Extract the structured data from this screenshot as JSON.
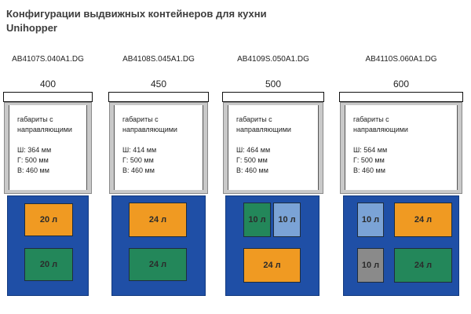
{
  "title": {
    "line1": "Конфигурации выдвижных контейнеров для кухни",
    "line2": "Unihopper"
  },
  "notes": {
    "line1": "габариты с",
    "line2": "направляющими",
    "depth": "Г: 500 мм",
    "height": "В: 460 мм"
  },
  "colors": {
    "orange": "#f09a22",
    "green": "#23875a",
    "light_blue": "#7ba3d6",
    "gray": "#8a8a8a",
    "blue_box": "#1f4fa6"
  },
  "cards": [
    {
      "code": "AB4107S.040A1.DG",
      "size": "400",
      "width": "Ш: 364 мм",
      "bins": [
        {
          "label": "20 л",
          "color": "orange"
        },
        {
          "label": "20 л",
          "color": "green"
        }
      ]
    },
    {
      "code": "AB4108S.045A1.DG",
      "size": "450",
      "width": "Ш: 414 мм",
      "bins": [
        {
          "label": "24 л",
          "color": "orange"
        },
        {
          "label": "24 л",
          "color": "green"
        }
      ]
    },
    {
      "code": "AB4109S.050A1.DG",
      "size": "500",
      "width": "Ш: 464 мм",
      "bins": [
        {
          "label": "10 л",
          "color": "green"
        },
        {
          "label": "10 л",
          "color": "light_blue"
        },
        {
          "label": "24 л",
          "color": "orange"
        }
      ]
    },
    {
      "code": "AB4110S.060A1.DG",
      "size": "600",
      "width": "Ш: 564 мм",
      "bins": [
        {
          "label": "10 л",
          "color": "light_blue"
        },
        {
          "label": "24 л",
          "color": "orange"
        },
        {
          "label": "10 л",
          "color": "gray"
        },
        {
          "label": "24 л",
          "color": "green"
        }
      ]
    }
  ]
}
